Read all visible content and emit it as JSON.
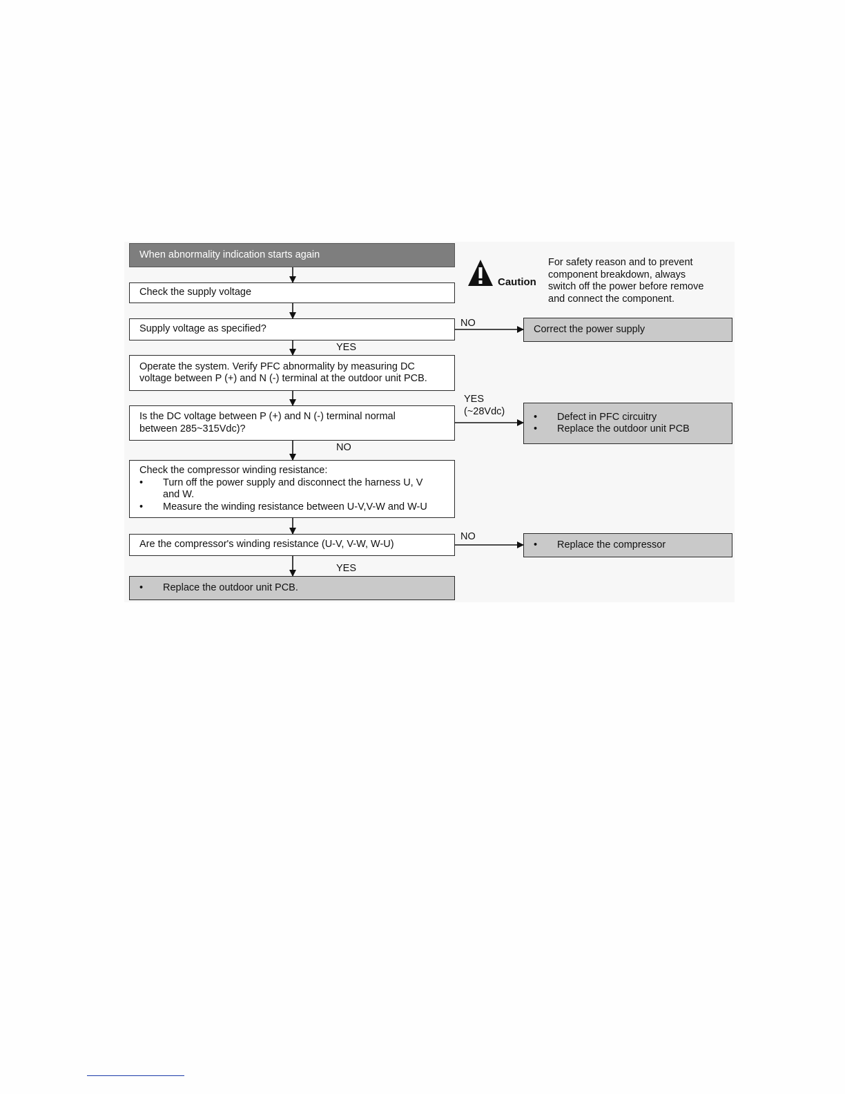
{
  "flowchart": {
    "start": "When abnormality indication starts again",
    "check_supply": "Check the supply voltage",
    "supply_question": "Supply voltage as specified?",
    "operate_system": [
      "Operate the system. Verify PFC abnormality by measuring DC",
      "voltage between P (+) and N (-) terminal at the outdoor unit PCB."
    ],
    "dc_question": [
      "Is the DC voltage between P (+) and N (-) terminal normal",
      "between 285~315Vdc)?"
    ],
    "winding_check": {
      "heading": "Check the compressor winding resistance:",
      "bullet_1_line_1": "Turn off the power supply and disconnect the harness U, V",
      "bullet_1_line_2": "and W.",
      "bullet_2": "Measure the winding resistance between U-V,V-W and W-U"
    },
    "winding_question": "Are the compressor's winding resistance (U-V, V-W, W-U)",
    "final_action": "Replace the outdoor unit PCB.",
    "correct_power": "Correct the power supply",
    "pfc_actions": [
      "Defect in PFC circuitry",
      "Replace the outdoor unit PCB"
    ],
    "replace_compressor": "Replace the compressor",
    "labels": {
      "no_1": "NO",
      "yes_1": "YES",
      "yes_2": "YES",
      "yes_2_note": "(~28Vdc)",
      "no_2": "NO",
      "no_3": "NO",
      "yes_3": "YES"
    },
    "bullet": "•"
  },
  "caution": {
    "title": "Caution",
    "text": [
      "For safety reason and to prevent",
      "component breakdown, always",
      "switch off the power before remove",
      "and connect the component."
    ]
  }
}
